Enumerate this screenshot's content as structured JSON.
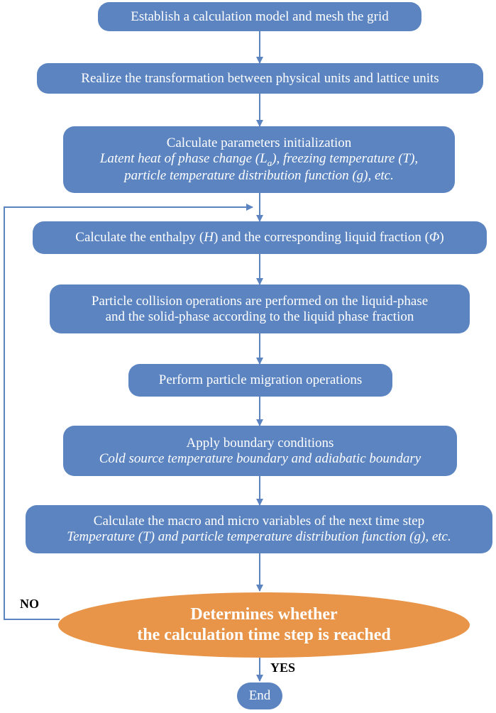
{
  "colors": {
    "box": "#5b84c1",
    "decision": "#e8954a",
    "connector": "#5b84c1",
    "text_on_box": "#ffffff"
  },
  "steps": [
    {
      "main": "Establish a calculation model and mesh the grid"
    },
    {
      "main": "Realize the transformation between physical units and lattice units"
    },
    {
      "main": "Calculate  parameters  initialization",
      "sub_a": "Latent heat of phase change (L",
      "sub_a_subscript": "a",
      "sub_b": "), freezing temperature (T),",
      "sub2": "particle temperature distribution function (g), etc."
    },
    {
      "main_a": "Calculate the enthalpy (",
      "main_h": "H",
      "main_b": ") and the corresponding liquid fraction (",
      "main_phi": "Φ",
      "main_c": ")"
    },
    {
      "line1": "Particle collision operations are performed on the liquid-phase",
      "line2": "and the solid-phase according to the liquid phase fraction"
    },
    {
      "main": "Perform particle migration operations"
    },
    {
      "main": "Apply boundary conditions",
      "sub": "Cold source temperature boundary and adiabatic boundary"
    },
    {
      "main": "Calculate the macro and micro variables of the next time step",
      "sub": "Temperature (T) and particle temperature distribution function (g), etc."
    }
  ],
  "decision": {
    "line1": "Determines whether",
    "line2": "the calculation time step is reached"
  },
  "labels": {
    "no": "NO",
    "yes": "YES"
  },
  "end": "End"
}
